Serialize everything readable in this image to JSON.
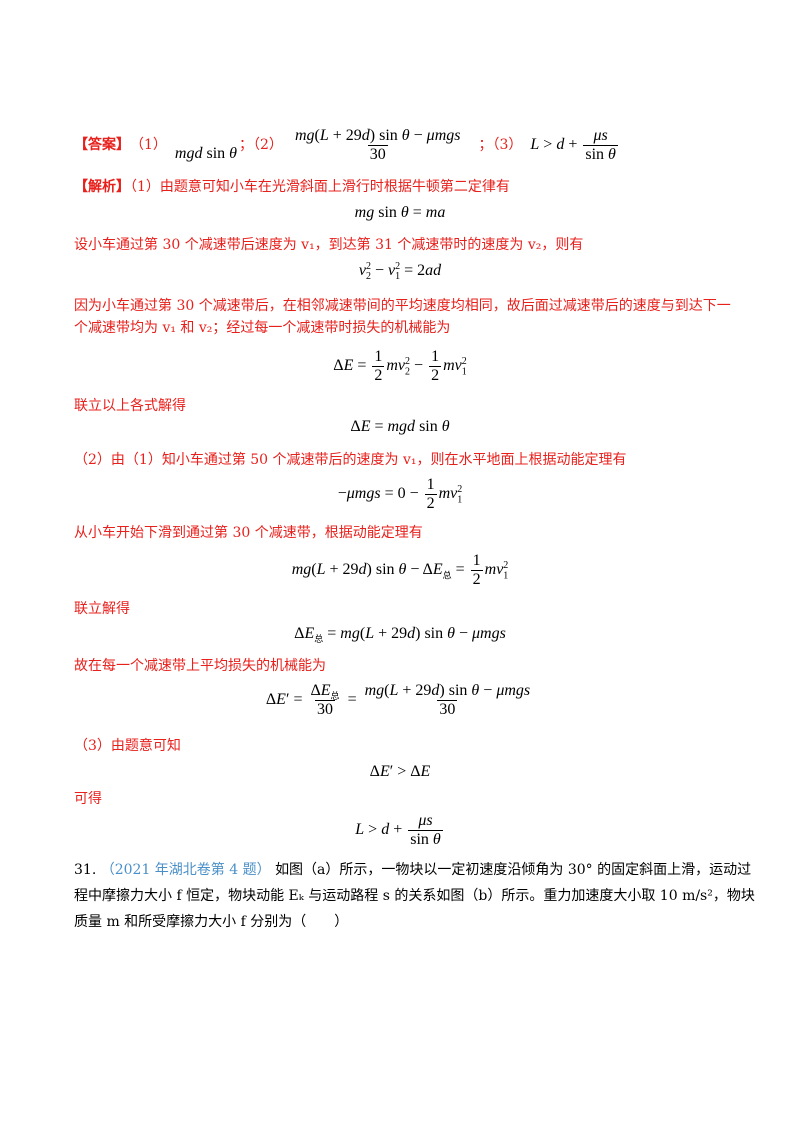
{
  "answer": {
    "label": "【答案】",
    "p1": "（1）",
    "p2": "；（2）",
    "p3": "；（3）"
  },
  "analysis": {
    "label": "【解析】",
    "s1": "（1）由题意可知小车在光滑斜面上滑行时根据牛顿第二定律有",
    "s2": "设小车通过第 30 个减速带后速度为 v₁，到达第 31 个减速带时的速度为 v₂，则有",
    "s3a": "因为小车通过第 30 个减速带后，在相邻减速带间的平均速度均相同，故后面过减速带后的速度与到达下一",
    "s3b": "个减速带均为 v₁ 和 v₂；经过每一个减速带时损失的机械能为",
    "s4": "联立以上各式解得",
    "s5": "（2）由（1）知小车通过第 50 个减速带后的速度为 v₁，则在水平地面上根据动能定理有",
    "s6": "从小车开始下滑到通过第 30 个减速带，根据动能定理有",
    "s7": "联立解得",
    "s8": "故在每一个减速带上平均损失的机械能为",
    "s9": "（3）由题意可知",
    "s10": "可得"
  },
  "question": {
    "number": "31.",
    "source": "（2021 年湖北卷第 4 题）",
    "line1": "如图（a）所示，一物块以一定初速度沿倾角为 30° 的固定斜面上滑，运动过",
    "line2": "程中摩擦力大小 f 恒定，物块动能 Eₖ 与运动路程 s 的关系如图（b）所示。重力加速度大小取 10 m/s²，物块",
    "line3": "质量 m 和所受摩擦力大小 f 分别为（　　）"
  },
  "colors": {
    "red": "#e8201c",
    "blue": "#4a90c8"
  }
}
